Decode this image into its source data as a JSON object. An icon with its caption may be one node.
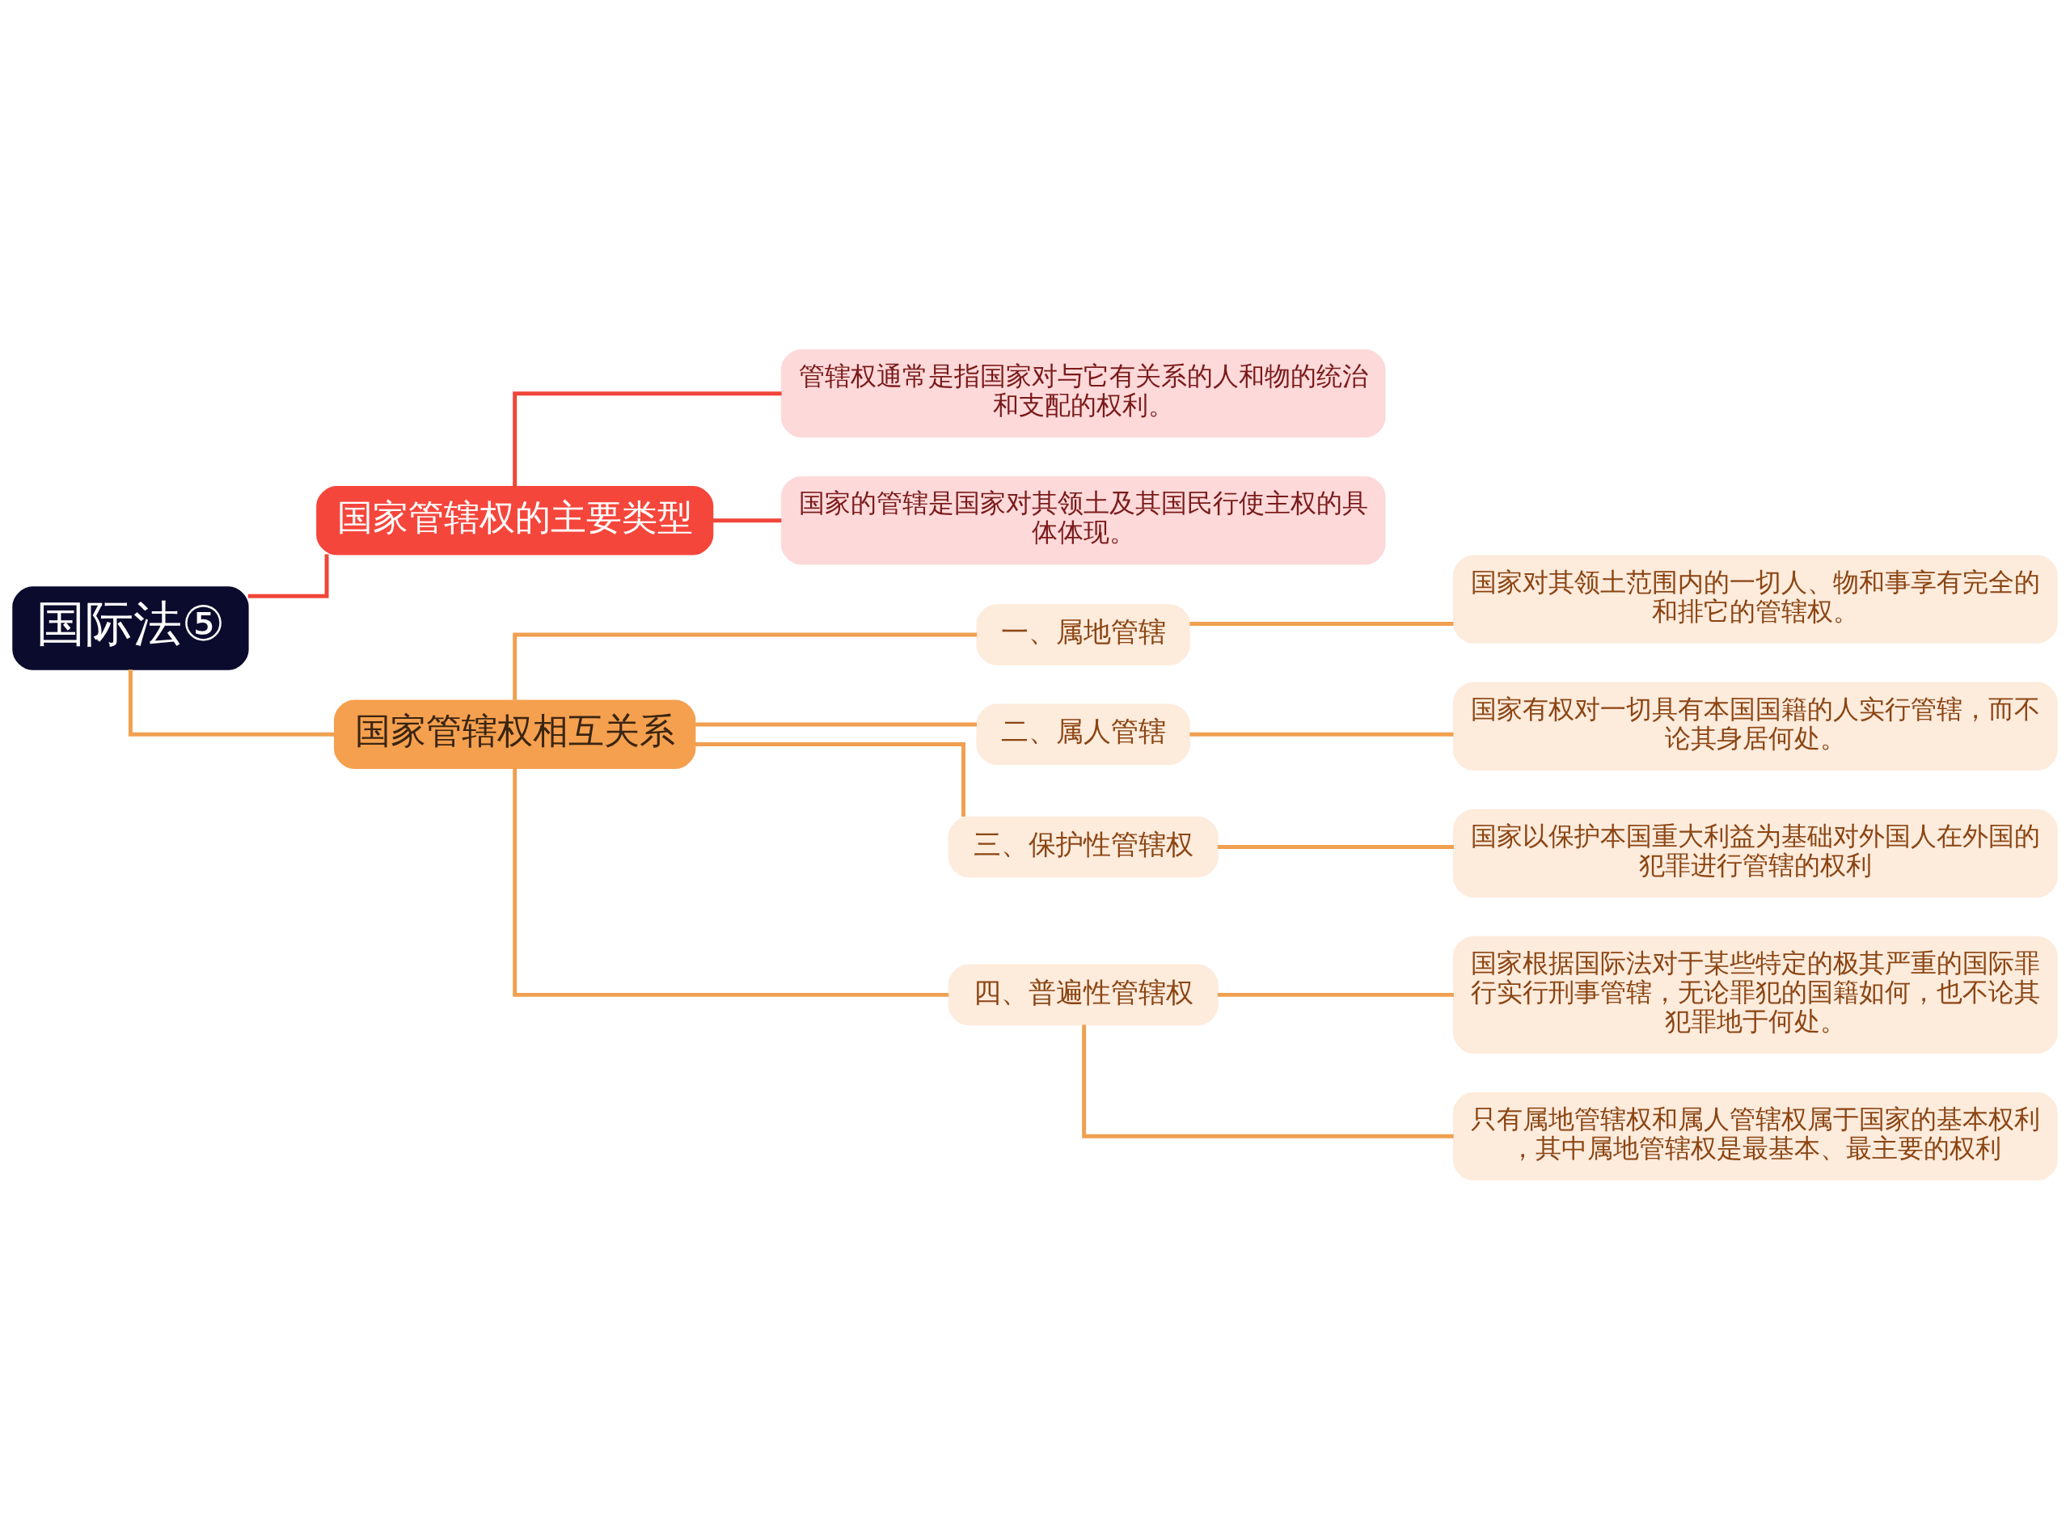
{
  "diagram": {
    "nodes": [
      {
        "text": [
          "国际法⑤"
        ]
      },
      {
        "text": [
          "国家管辖权的主要类型"
        ]
      },
      {
        "text": [
          "管辖权通常是指国家对与它有关系的人和物的统治和支配的权利。"
        ]
      },
      {
        "text": [
          "国家的管辖是国家对其领土及其国民行使主权的具体体现。"
        ]
      },
      {
        "text": [
          "国家管辖权相互关系"
        ]
      },
      {
        "text": [
          "一、属地管辖"
        ]
      },
      {
        "text": [
          "国家对其领土范围内的一切人、物和事享有完全的和排它的管辖权。"
        ]
      },
      {
        "text": [
          "二、属人管辖"
        ]
      },
      {
        "text": [
          "国家有权对一切具有本国国籍的人实行管辖，而不论其身居何处。"
        ]
      },
      {
        "text": [
          "三、保护性管辖权"
        ]
      },
      {
        "text": [
          "国家以保护本国重大利益为基础对外国人在外国的犯罪进行管辖的权利"
        ]
      },
      {
        "text": [
          "四、普遍性管辖权"
        ]
      },
      {
        "text": [
          "国家根据国际法对于某些特定的极其严重的国际罪行实行刑事管辖，无论罪犯的国籍如何，也不论其犯罪地于何处。"
        ]
      },
      {
        "text": [
          "只有属地管辖权和属人管辖权属于国家的基本权利，其中属地管辖权是最基本、最主要的权利"
        ]
      }
    ],
    "edges": [
      {
        "from": 0,
        "to": 1,
        "arrow": "none",
        "color": "#f0453a"
      },
      {
        "from": 1,
        "to": 2,
        "arrow": "none",
        "color": "#f0453a"
      },
      {
        "from": 1,
        "to": 3,
        "arrow": "none",
        "color": "#f0453a"
      },
      {
        "from": 0,
        "to": 4,
        "arrow": "none"
      },
      {
        "from": 4,
        "to": 5,
        "arrow": "none"
      },
      {
        "from": 5,
        "to": 6,
        "arrow": "none"
      },
      {
        "from": 4,
        "to": 7,
        "arrow": "none"
      },
      {
        "from": 7,
        "to": 8,
        "arrow": "none"
      },
      {
        "from": 4,
        "to": 9,
        "arrow": "none"
      },
      {
        "from": 9,
        "to": 10,
        "arrow": "none"
      },
      {
        "from": 4,
        "to": 11,
        "arrow": "none"
      },
      {
        "from": 11,
        "to": 12,
        "arrow": "none"
      },
      {
        "from": 11,
        "to": 13,
        "arrow": "none"
      }
    ]
  }
}
